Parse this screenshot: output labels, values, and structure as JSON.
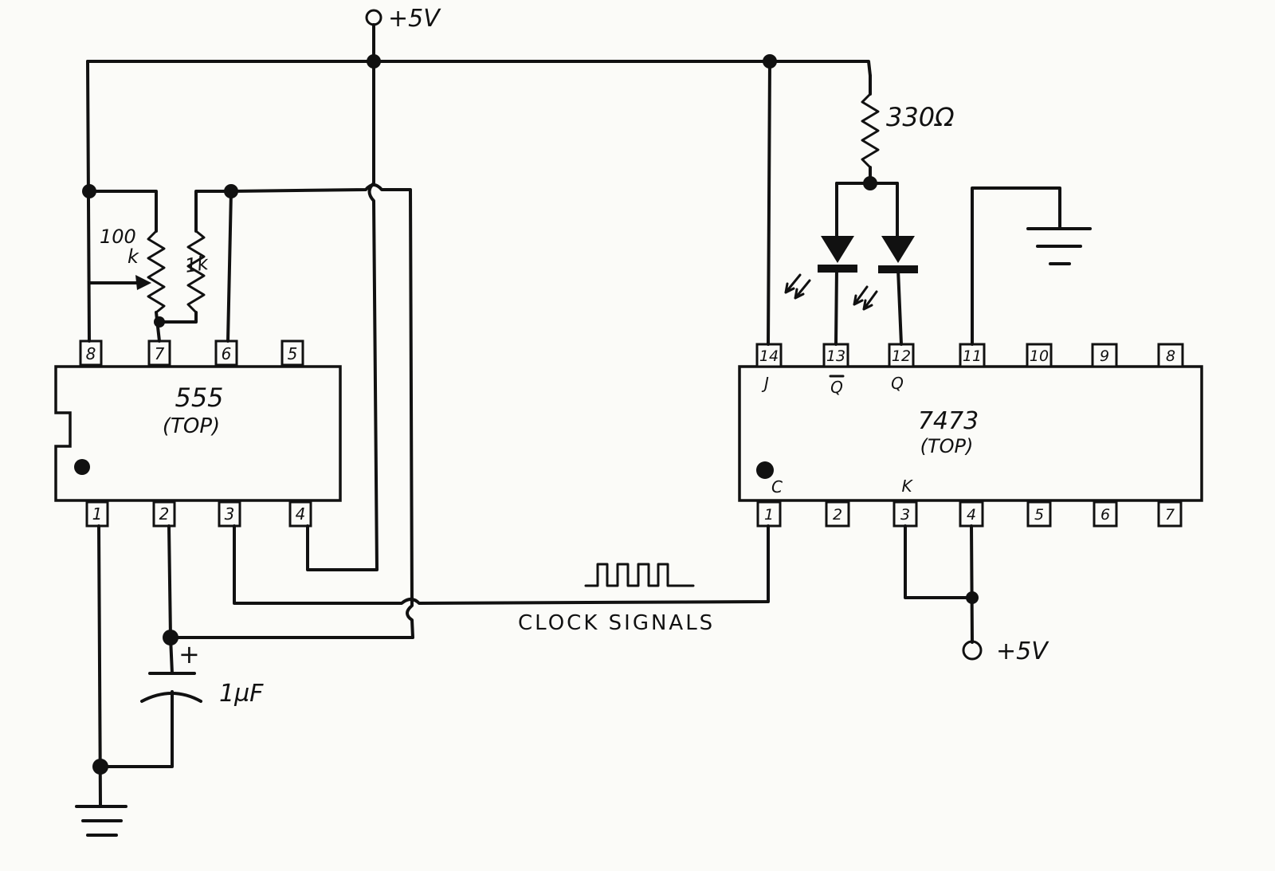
{
  "supply_top": "+5V",
  "supply_bottom": "+5V",
  "resistor_330": "330Ω",
  "pot_label_1": "100",
  "pot_label_2": "k",
  "resistor_1k": "1k",
  "capacitor_plus": "+",
  "capacitor_label": "1µF",
  "clock_label": "CLOCK SIGNALS",
  "chip_555": {
    "name": "555",
    "sub": "(TOP)",
    "top_pins": [
      "8",
      "7",
      "6",
      "5"
    ],
    "bottom_pins": [
      "1",
      "2",
      "3",
      "4"
    ]
  },
  "chip_7473": {
    "name": "7473",
    "sub": "(TOP)",
    "top_pins": [
      "14",
      "13",
      "12",
      "11",
      "10",
      "9",
      "8"
    ],
    "bottom_pins": [
      "1",
      "2",
      "3",
      "4",
      "5",
      "6",
      "7"
    ],
    "pin_labels": {
      "j": "J",
      "qbar": "Q",
      "q": "Q",
      "c": "C",
      "k": "K"
    }
  }
}
